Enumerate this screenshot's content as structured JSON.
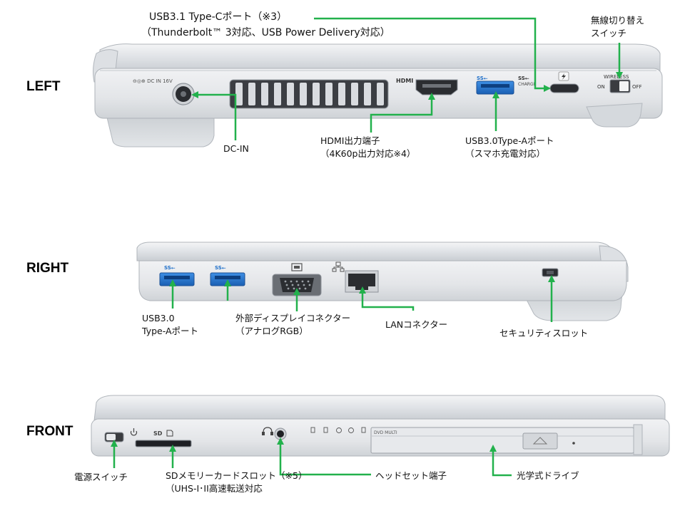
{
  "sections": {
    "left": "LEFT",
    "right": "RIGHT",
    "front": "FRONT"
  },
  "left": {
    "printed": {
      "dcin": "DC IN 16V",
      "hdmi": "HDMI",
      "ss": "SS",
      "charge": "CHARGE",
      "wireless": "WIRELESS",
      "on": "ON",
      "off": "OFF"
    },
    "callouts": {
      "usbc_line1": "USB3.1 Type-Cポート（※3）",
      "usbc_line2": "（Thunderbolt™ 3対応、USB Power Delivery対応）",
      "wireless_line1": "無線切り替え",
      "wireless_line2": "スイッチ",
      "dcin": "DC-IN",
      "hdmi_line1": "HDMI出力端子",
      "hdmi_line2": "（4K60p出力対応※4）",
      "usba_line1": "USB3.0Type-Aポート",
      "usba_line2": "（スマホ充電対応）"
    }
  },
  "right": {
    "printed": {
      "ss1": "SS",
      "ss2": "SS"
    },
    "callouts": {
      "usb_line1": "USB3.0",
      "usb_line2": "Type-Aポート",
      "vga_line1": "外部ディスプレイコネクター",
      "vga_line2": "（アナログRGB）",
      "lan": "LANコネクター",
      "security": "セキュリティスロット"
    }
  },
  "front": {
    "printed": {
      "dvd": "DVD MULTI"
    },
    "callouts": {
      "power": "電源スイッチ",
      "sd_line1": "SDメモリーカードスロット（※5）",
      "sd_line2": "（UHS-I･II高速転送対応",
      "headset": "ヘッドセット端子",
      "optical": "光学式ドライブ"
    }
  },
  "colors": {
    "leader": "#22b14c",
    "usb_blue": "#1f6fc9",
    "chassis": "#e6e8eb",
    "chassis_dark": "#a9aeb4"
  },
  "icons": [
    "power-icon",
    "sd-card-icon",
    "headset-icon",
    "thunderbolt-icon",
    "network-icon",
    "monitor-icon",
    "led-indicator-icon"
  ]
}
